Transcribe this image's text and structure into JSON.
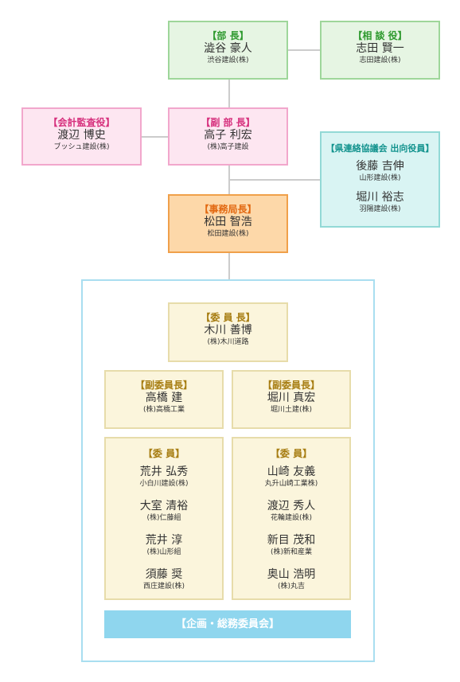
{
  "bucho": {
    "role": "【部 長】",
    "name": "澁谷 豪人",
    "company": "渋谷建設(株)"
  },
  "sodanyaku": {
    "role": "【相 談 役】",
    "name": "志田 賢一",
    "company": "志田建設(株)"
  },
  "kaikei": {
    "role": "【会計監査役】",
    "name": "渡辺 博史",
    "company": "ブッシュ建設(株)"
  },
  "fukubucho": {
    "role": "【副 部 長】",
    "name": "高子 利宏",
    "company": "(株)高子建設"
  },
  "kenrenraku": {
    "role": "【県連絡協議会 出向役員】",
    "members": [
      {
        "name": "後藤 吉伸",
        "company": "山形建設(株)"
      },
      {
        "name": "堀川 裕志",
        "company": "羽陽建設(株)"
      }
    ]
  },
  "jimukyoku": {
    "role": "【事務局長】",
    "name": "松田 智浩",
    "company": "松田建設(株)"
  },
  "committee": {
    "title": "【企画・総務委員会】",
    "iincho": {
      "role": "【委 員 長】",
      "name": "木川 善博",
      "company": "(株)木川道路"
    },
    "fuku1": {
      "role": "【副委員長】",
      "name": "高橋 建",
      "company": "(株)高橋工業"
    },
    "fuku2": {
      "role": "【副委員長】",
      "name": "堀川 真宏",
      "company": "堀川土建(株)"
    },
    "iin_left": {
      "role": "【委 員】",
      "members": [
        {
          "name": "荒井 弘秀",
          "company": "小白川建設(株)"
        },
        {
          "name": "大室 清裕",
          "company": "(株)仁藤組"
        },
        {
          "name": "荒井 淳",
          "company": "(株)山形組"
        },
        {
          "name": "須藤 奨",
          "company": "西庄建設(株)"
        }
      ]
    },
    "iin_right": {
      "role": "【委 員】",
      "members": [
        {
          "name": "山崎 友義",
          "company": "丸升山崎工業株)"
        },
        {
          "name": "渡辺 秀人",
          "company": "花輪建設(株)"
        },
        {
          "name": "新目 茂和",
          "company": "(株)新和産業"
        },
        {
          "name": "奥山 浩明",
          "company": "(株)丸吉"
        }
      ]
    }
  }
}
